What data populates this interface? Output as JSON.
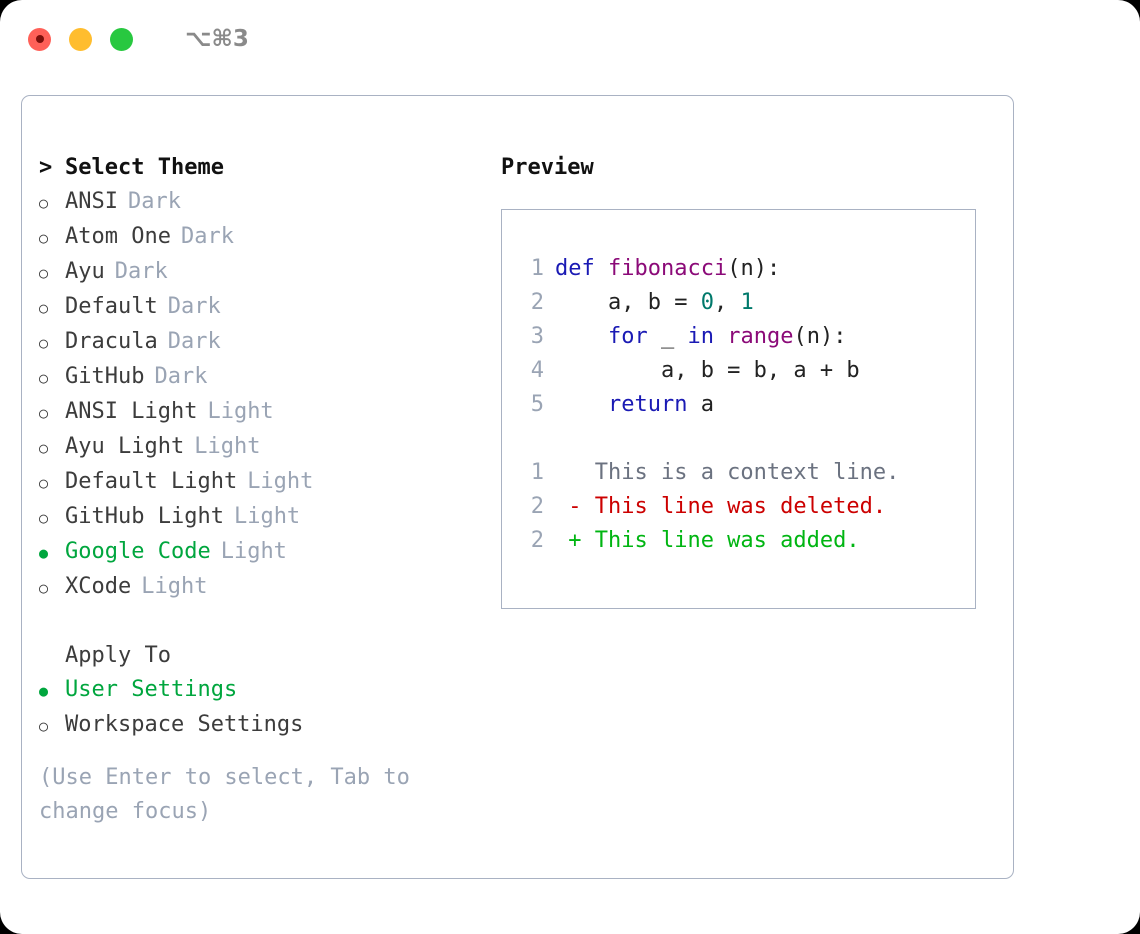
{
  "titlebar": {
    "shortcut": "⌥⌘3",
    "lights": [
      {
        "name": "close",
        "color": "#ff6058"
      },
      {
        "name": "minimize",
        "color": "#ffbd2e"
      },
      {
        "name": "zoom",
        "color": "#28c840"
      }
    ]
  },
  "left": {
    "header": {
      "marker": ">",
      "label": "Select Theme"
    },
    "themes": [
      {
        "marker": "○",
        "name": "ANSI",
        "kind": "Dark",
        "selected": false
      },
      {
        "marker": "○",
        "name": "Atom One",
        "kind": "Dark",
        "selected": false
      },
      {
        "marker": "○",
        "name": "Ayu",
        "kind": "Dark",
        "selected": false
      },
      {
        "marker": "○",
        "name": "Default",
        "kind": "Dark",
        "selected": false
      },
      {
        "marker": "○",
        "name": "Dracula",
        "kind": "Dark",
        "selected": false
      },
      {
        "marker": "○",
        "name": "GitHub",
        "kind": "Dark",
        "selected": false
      },
      {
        "marker": "○",
        "name": "ANSI Light",
        "kind": "Light",
        "selected": false
      },
      {
        "marker": "○",
        "name": "Ayu Light",
        "kind": "Light",
        "selected": false
      },
      {
        "marker": "○",
        "name": "Default Light",
        "kind": "Light",
        "selected": false
      },
      {
        "marker": "○",
        "name": "GitHub Light",
        "kind": "Light",
        "selected": false
      },
      {
        "marker": "●",
        "name": "Google Code",
        "kind": "Light",
        "selected": true
      },
      {
        "marker": "○",
        "name": "XCode",
        "kind": "Light",
        "selected": false
      }
    ],
    "apply_to": {
      "label": "Apply To",
      "options": [
        {
          "marker": "●",
          "name": "User Settings",
          "selected": true
        },
        {
          "marker": "○",
          "name": "Workspace Settings",
          "selected": false
        }
      ]
    },
    "hint": "(Use Enter to select, Tab to change focus)"
  },
  "right": {
    "label": "Preview",
    "code_lines": [
      {
        "no": "1",
        "tokens": [
          {
            "t": "def ",
            "c": "kw"
          },
          {
            "t": "fibonacci",
            "c": "fn"
          },
          {
            "t": "(n):",
            "c": "plain"
          }
        ]
      },
      {
        "no": "2",
        "tokens": [
          {
            "t": "    a, b = ",
            "c": "plain"
          },
          {
            "t": "0",
            "c": "num"
          },
          {
            "t": ", ",
            "c": "plain"
          },
          {
            "t": "1",
            "c": "num"
          }
        ]
      },
      {
        "no": "3",
        "tokens": [
          {
            "t": "    ",
            "c": "plain"
          },
          {
            "t": "for",
            "c": "kw"
          },
          {
            "t": " _ ",
            "c": "plain"
          },
          {
            "t": "in",
            "c": "kw"
          },
          {
            "t": " ",
            "c": "plain"
          },
          {
            "t": "range",
            "c": "fn"
          },
          {
            "t": "(n):",
            "c": "plain"
          }
        ]
      },
      {
        "no": "4",
        "tokens": [
          {
            "t": "        a, b = b, a + b",
            "c": "plain"
          }
        ]
      },
      {
        "no": "5",
        "tokens": [
          {
            "t": "    ",
            "c": "plain"
          },
          {
            "t": "return",
            "c": "kw"
          },
          {
            "t": " a",
            "c": "plain"
          }
        ]
      }
    ],
    "diff_lines": [
      {
        "no": "1",
        "sign": " ",
        "text": "This is a context line.",
        "kind": "ctx"
      },
      {
        "no": "2",
        "sign": "-",
        "text": "This line was deleted.",
        "kind": "del"
      },
      {
        "no": "2",
        "sign": "+",
        "text": "This line was added.",
        "kind": "add"
      }
    ]
  },
  "colors": {
    "accent_green": "#00a63e",
    "muted": "#9aa4b4",
    "border": "#a9b2c3",
    "keyword": "#1a1ab4",
    "function": "#8b0a78",
    "number": "#00796b",
    "diff_delete": "#cc0000",
    "diff_add": "#00b512"
  }
}
